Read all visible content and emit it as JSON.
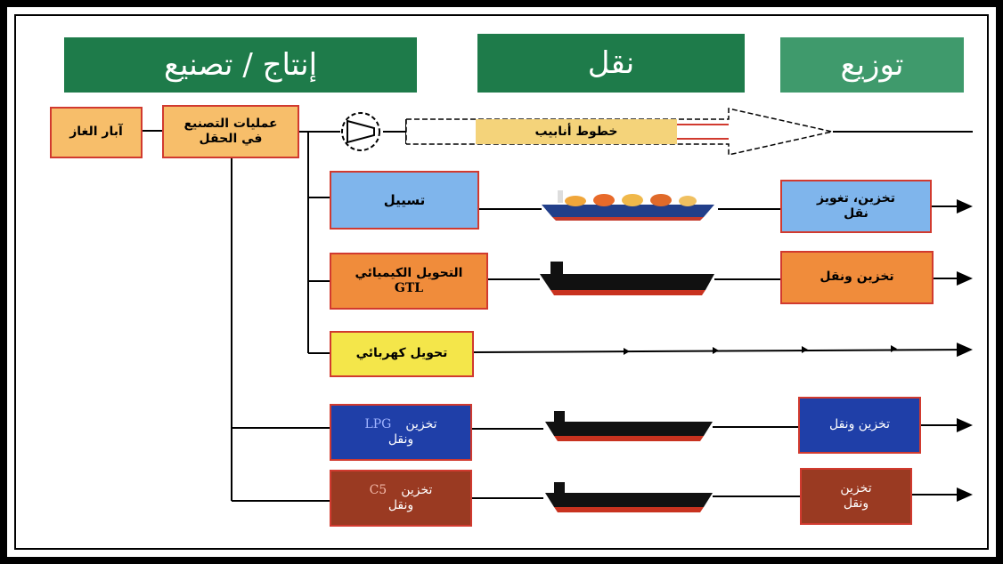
{
  "headers": {
    "production": "إنتاج / تصنيع",
    "transport": "نقل",
    "distribution": "توزيع"
  },
  "boxes": {
    "gas_wells": "آبار الغاز",
    "field_processing_1": "عمليات التصنيع",
    "field_processing_2": "في الحقل",
    "pipelines": "خطوط أنابيب",
    "liquefaction": "تسييل",
    "lng_storage_1": "تخزين، تغويز",
    "lng_storage_2": "نقل",
    "gtl_1": "التحويل الكيميائي",
    "gtl_2": "GTL",
    "gtl_storage": "تخزين ونقل",
    "electric_conversion": "تحويل كهربائي",
    "lpg_1a": "LPG",
    "lpg_1b": "تخزين",
    "lpg_2": "ونقل",
    "lpg_distribution": "تخزين ونقل",
    "c5_1a": "C5",
    "c5_1b": "تخزين",
    "c5_2": "ونقل",
    "c5_dist_1": "تخزين",
    "c5_dist_2": "ونقل"
  },
  "colors": {
    "header_green": "#1e7b4a",
    "header_green_light": "#3f9a6c",
    "light_orange": "#f7be6a",
    "orange": "#f08c3b",
    "light_blue": "#7fb5ec",
    "dark_blue": "#1f3fa8",
    "yellow": "#f4e64a",
    "brown": "#9a3a22",
    "pipeline_yellow": "#f4d37a",
    "border_red": "#d13a2f"
  },
  "icons": [
    "compressor-icon",
    "pipeline-arrow-icon",
    "lng-tanker-icon",
    "tanker-ship-icon"
  ]
}
